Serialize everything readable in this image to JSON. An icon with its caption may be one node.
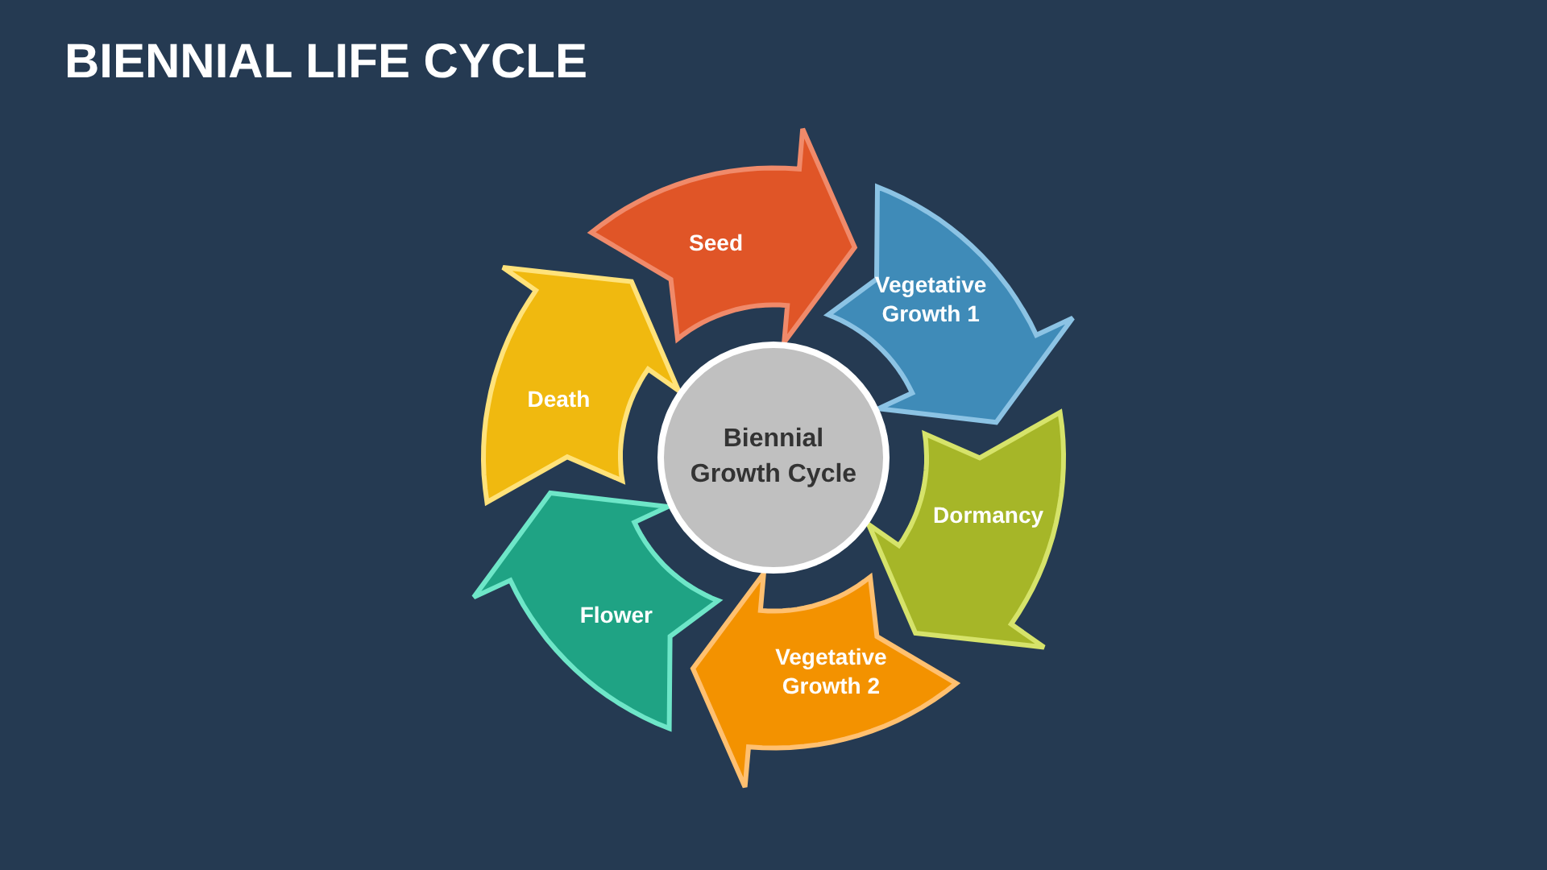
{
  "diagram": {
    "title": "BIENNIAL LIFE CYCLE",
    "nodes": [
      {
        "text": [
          "Seed"
        ]
      },
      {
        "text": [
          "Vegetative Growth 1"
        ]
      },
      {
        "text": [
          "Dormancy"
        ]
      },
      {
        "text": [
          "Vegetative Growth 2"
        ]
      },
      {
        "text": [
          "Flower"
        ]
      },
      {
        "text": [
          "Death"
        ]
      },
      {
        "text": [
          "Biennial Growth Cycle"
        ]
      }
    ]
  }
}
